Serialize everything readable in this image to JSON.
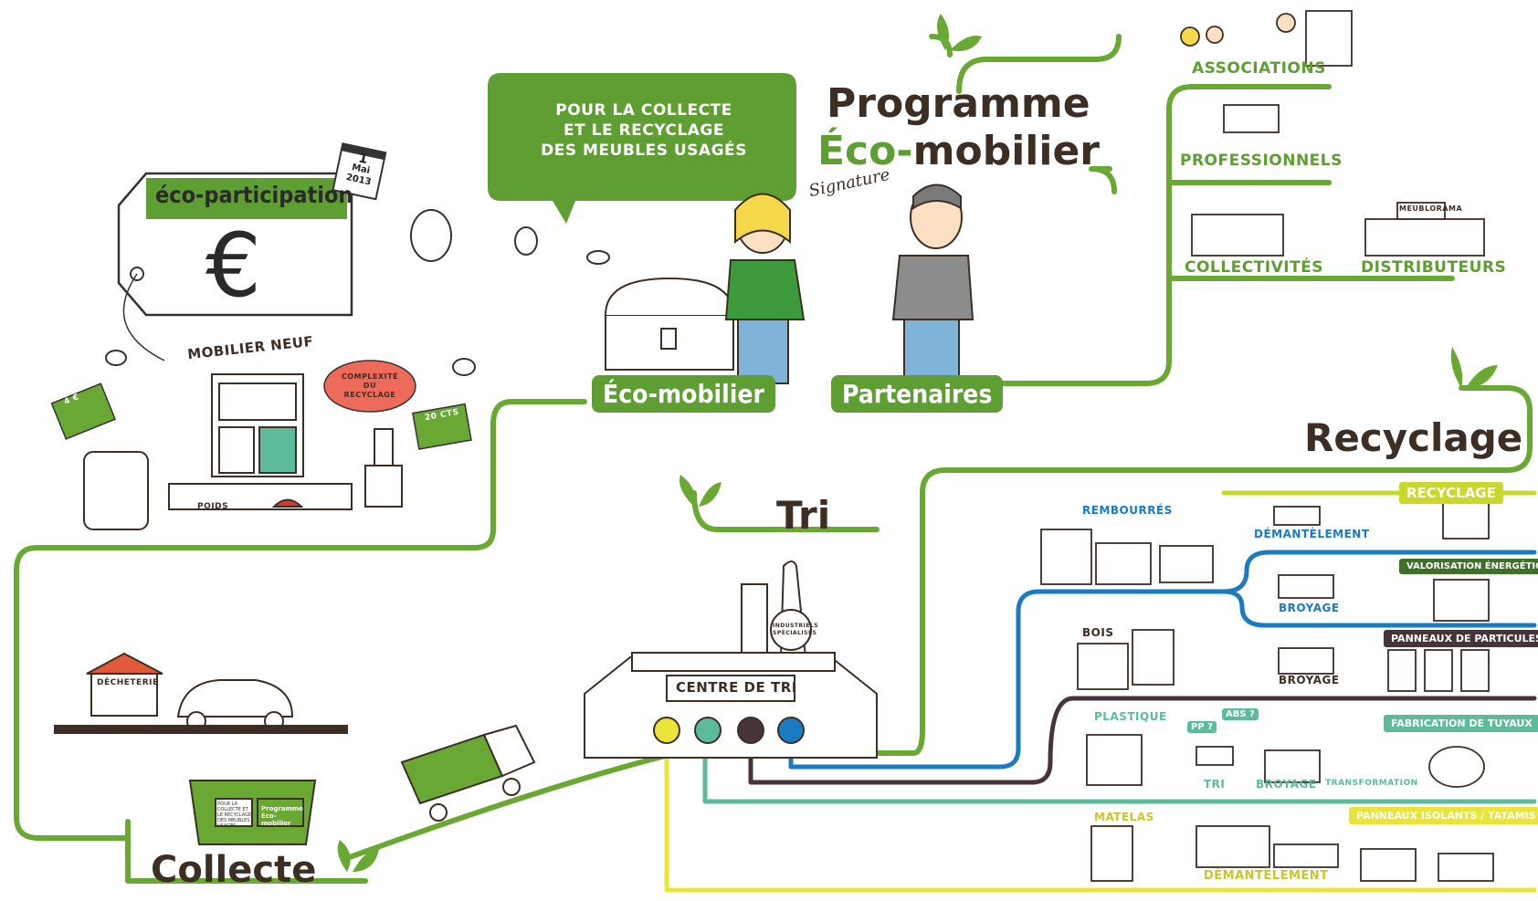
{
  "title": {
    "line1": "Programme",
    "line2_prefix": "Éco-",
    "line2_suffix": "mobilier"
  },
  "speech": {
    "line1": "POUR LA COLLECTE",
    "line2": "ET LE RECYCLAGE",
    "line3": "DES MEUBLES USAGÉS"
  },
  "signature": "Signature",
  "eco_participation": {
    "label": "éco-participation",
    "symbol": "€"
  },
  "calendar": {
    "day": "1",
    "month": "Mai",
    "year": "2013"
  },
  "mobilier_neuf": "MOBILIER NEUF",
  "complexite": {
    "line1": "COMPLEXITÉ",
    "line2": "DU",
    "line3": "RECYCLAGE"
  },
  "tags": {
    "price_4": "4 €",
    "price_20": "20 CTS",
    "poids": "POIDS"
  },
  "labels": {
    "eco_mobilier": "Éco-mobilier",
    "partenaires": "Partenaires",
    "tri": "Tri",
    "recyclage": "Recyclage",
    "collecte": "Collecte"
  },
  "partners": {
    "associations": "ASSOCIATIONS",
    "professionnels": "PROFESSIONNELS",
    "collectivites": "COLLECTIVITÉS",
    "distributeurs": "DISTRIBUTEURS",
    "meubloxama": "MEUBLORAMA"
  },
  "centre_de_tri": "CENTRE DE TRI",
  "industriels": {
    "line1": "INDUSTRIELS",
    "line2": "SPÉCIALISÉS"
  },
  "decheterie": "DÉCHETERIE",
  "bin_text": {
    "small": "POUR LA COLLECTE ET LE RECYCLAGE DES MEUBLES USAGÉS",
    "prog": "Programme Éco-mobilier"
  },
  "streams": {
    "rembourres": "REMBOURRÉS",
    "demantelement": "DÉMANTÈLEMENT",
    "broyage": "BROYAGE",
    "bois": "BOIS",
    "plastique": "PLASTIQUE",
    "pp": "PP ?",
    "abs": "ABS ?",
    "tri": "TRI",
    "transformation": "TRANSFORMATION",
    "matelas": "MATELAS"
  },
  "destinations": {
    "recyclage": "RECYCLAGE",
    "valorisation": "VALORISATION ÉNERGÉTIQUE",
    "panneaux_particules": "PANNEAUX DE PARTICULES",
    "tuyaux": "FABRICATION DE TUYAUX",
    "isolants": "PANNEAUX ISOLANTS / TATAMIS"
  },
  "colors": {
    "green": "#5e9e32",
    "lime": "#c9d92b",
    "darkgreen": "#3f6f2a",
    "brown": "#463439",
    "teal": "#5dbb9c",
    "blue": "#1a7bc0",
    "yellow": "#e8e43a",
    "ink": "#3d2e23"
  }
}
